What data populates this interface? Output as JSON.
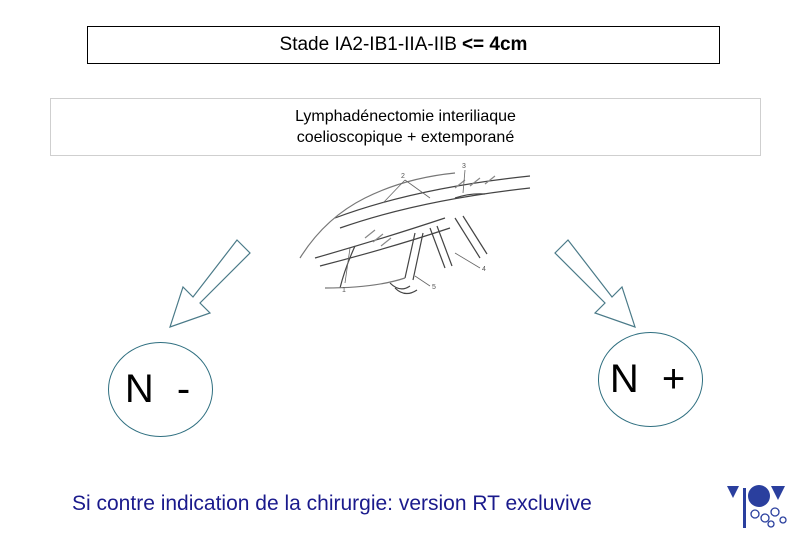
{
  "stage_box": {
    "label": "Stade IA2-IB1-IIA-IIB",
    "criterion": "<= 4cm"
  },
  "procedure_box": {
    "line1": "Lymphadénectomie interiliaque",
    "line2": "coelioscopique + extemporané"
  },
  "figure": {
    "callouts": [
      "1",
      "2",
      "3",
      "4",
      "5"
    ]
  },
  "nodes": {
    "negative": "N -",
    "positive": "N +"
  },
  "note": {
    "text": "Si contre indication de la chirurgie: version RT excluvive"
  },
  "colors": {
    "node_border": "#2f6f80",
    "note_text": "#1a1a8c",
    "logo_blue": "#2a3f9e"
  },
  "icons": [
    "arrow-down-left-icon",
    "arrow-down-right-icon",
    "logo-icon"
  ]
}
